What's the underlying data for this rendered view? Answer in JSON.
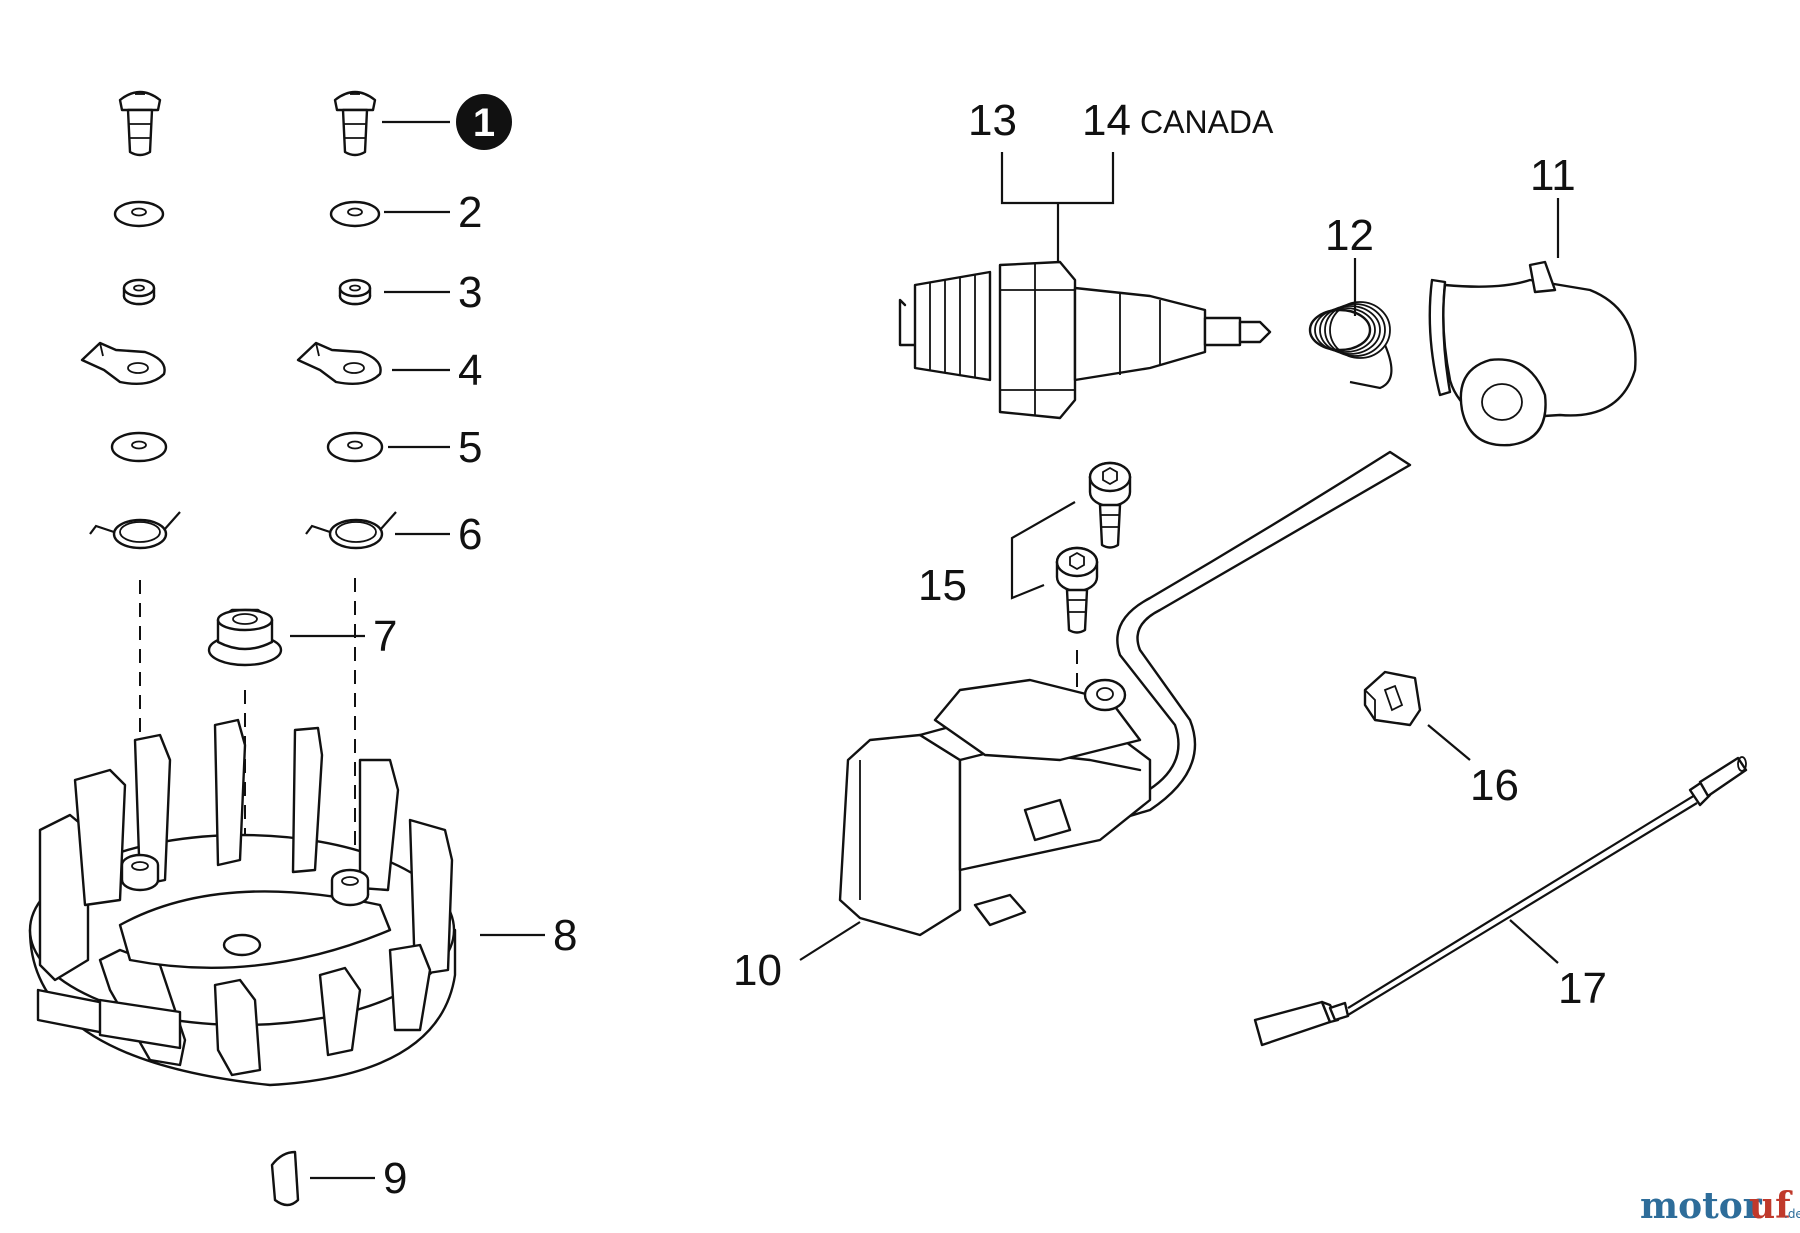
{
  "diagram": {
    "callouts": {
      "p1": "1",
      "p2": "2",
      "p3": "3",
      "p4": "4",
      "p5": "5",
      "p6": "6",
      "p7": "7",
      "p8": "8",
      "p9": "9",
      "p10": "10",
      "p11": "11",
      "p12": "12",
      "p13": "13",
      "p14": "14",
      "p15": "15",
      "p16": "16",
      "p17": "17"
    },
    "region_note": "CANADA"
  },
  "watermark": {
    "main": "motor",
    "accent": "uf",
    "suffix": ".de"
  }
}
